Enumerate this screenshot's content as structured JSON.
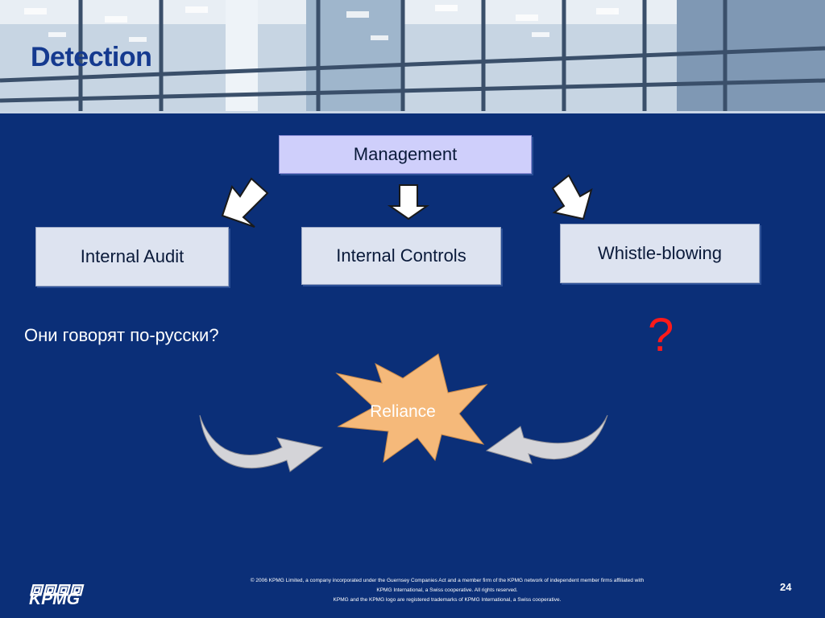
{
  "slide": {
    "title": "Detection",
    "page_number": "24"
  },
  "diagram": {
    "top_node": "Management",
    "nodes": [
      "Internal Audit",
      "Internal Controls",
      "Whistle-blowing"
    ],
    "russian_note": "Они говорят по-русски?",
    "question_mark": "?",
    "center_label": "Reliance",
    "colors": {
      "background": "#0b2f78",
      "box_fill": "#dde3f0",
      "management_fill": "#cfcffb",
      "starburst": "#f5b97a",
      "question": "#ff1a1a"
    }
  },
  "footer": {
    "logo_symbol": "⧈⧈⧈⧈",
    "logo_text": "KPMG",
    "lines": [
      "© 2006 KPMG Limited, a company incorporated under the Guernsey Companies Act and a member firm of the KPMG network of independent member firms affiliated with",
      "KPMG International, a Swiss cooperative.  All rights reserved.",
      "KPMG and the KPMG logo are registered trademarks of KPMG International, a Swiss cooperative."
    ]
  }
}
